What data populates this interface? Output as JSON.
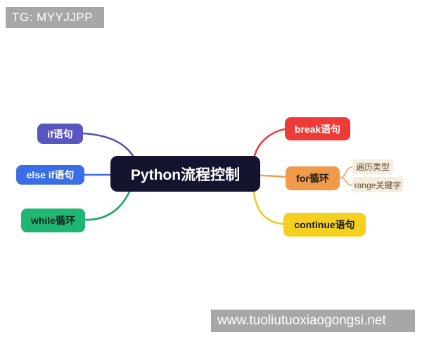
{
  "watermarks": {
    "top": "TG: MYYJJPP",
    "bottom": "www.tuoliutuoxiaogongsi.net",
    "bg_color": "#a7a7a7",
    "text_color": "#ffffff"
  },
  "mindmap": {
    "root": {
      "label": "Python流程控制",
      "bg_color": "#14142e",
      "text_color": "#ffffff"
    },
    "left_branches": [
      {
        "label": "if语句",
        "bg_color": "#5955c1",
        "text_color": "#ffffff",
        "line_color": "#554fb8"
      },
      {
        "label": "else if语句",
        "bg_color": "#3a6de8",
        "text_color": "#ffffff",
        "line_color": "#3a6de8"
      },
      {
        "label": "while循环",
        "bg_color": "#1fb674",
        "text_color": "#10241a",
        "line_color": "#1aa96b"
      }
    ],
    "right_branches": [
      {
        "label": "break语句",
        "bg_color": "#ee3b37",
        "text_color": "#ffffff",
        "line_color": "#e4423e",
        "children": []
      },
      {
        "label": "for循环",
        "bg_color": "#f09a4a",
        "text_color": "#1a1a1a",
        "line_color": "#f0a254",
        "children": [
          {
            "label": "遍历类型",
            "bg_color": "#f8ecdc",
            "text_color": "#555048"
          },
          {
            "label": "range关键字",
            "bg_color": "#f8ecdc",
            "text_color": "#555048"
          }
        ]
      },
      {
        "label": "continue语句",
        "bg_color": "#f5d01e",
        "text_color": "#1a1a1a",
        "line_color": "#edcb2e",
        "children": []
      }
    ]
  }
}
